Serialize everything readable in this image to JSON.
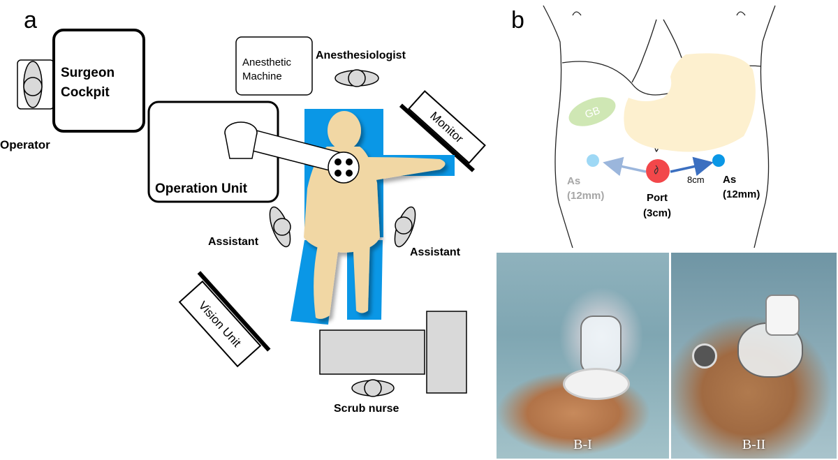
{
  "panel_a": {
    "label": "a",
    "surgeon_cockpit": "Surgeon\nCockpit",
    "operator": "Operator",
    "anesthetic_machine": "Anesthetic\nMachine",
    "anesthesiologist": "Anesthesiologist",
    "monitor": "Monitor",
    "operation_unit": "Operation Unit",
    "assistant_left": "Assistant",
    "assistant_right": "Assistant",
    "vision_unit": "Vision Unit",
    "scrub_nurse": "Scrub nurse"
  },
  "panel_b": {
    "label": "b",
    "gb": "GB",
    "as_left": "As\n(12mm)",
    "port": "Port\n(3cm)",
    "distance": "8cm",
    "as_right": "As\n(12mm)",
    "photo_1_label": "B-I",
    "photo_2_label": "B-II"
  },
  "colors": {
    "drape": "#0a97e6",
    "body": "#f1d7a4",
    "stomach": "#fdf0cf",
    "gallbladder": "#cfe7b4",
    "port": "#f2474a",
    "as_left": "#9ed8f5",
    "as_right": "#0a97e6",
    "arrow_left": "#9bb6dc",
    "arrow_right": "#3b6fc0",
    "table": "#d9d9d9"
  }
}
